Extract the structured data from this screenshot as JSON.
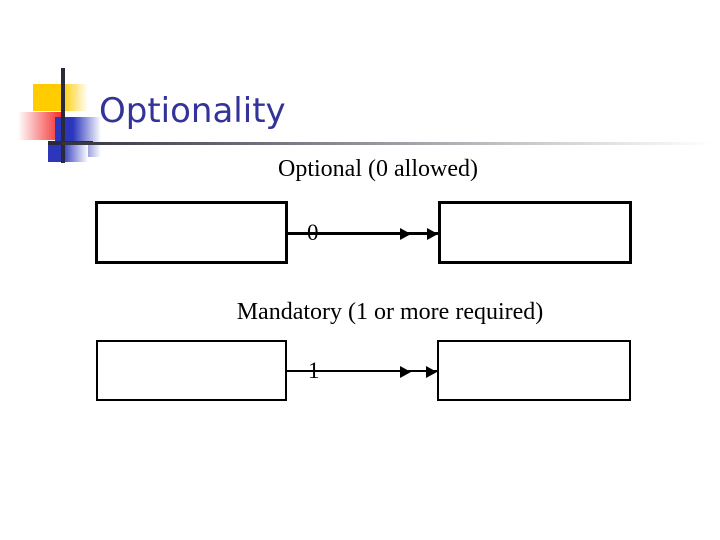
{
  "slide": {
    "title": "Optionality",
    "background_color": "#ffffff",
    "title_color": "#333399"
  },
  "decoration": {
    "yellow_square": "yellow-gradient-square",
    "red_square": "red-gradient-square",
    "blue_square": "blue-gradient-square",
    "crosshair": "crosshair-rule",
    "colors": {
      "yellow": "#ffcc00",
      "red": "#f43d3d",
      "blue": "#2b36bd",
      "crosshair": "#2a2a3a"
    }
  },
  "diagram": {
    "rows": [
      {
        "label": "Optional (0 allowed)",
        "cardinality": "0",
        "left_entity": "",
        "right_entity": ""
      },
      {
        "label": "Mandatory (1 or more required)",
        "cardinality": "1",
        "left_entity": "",
        "right_entity": ""
      }
    ]
  }
}
